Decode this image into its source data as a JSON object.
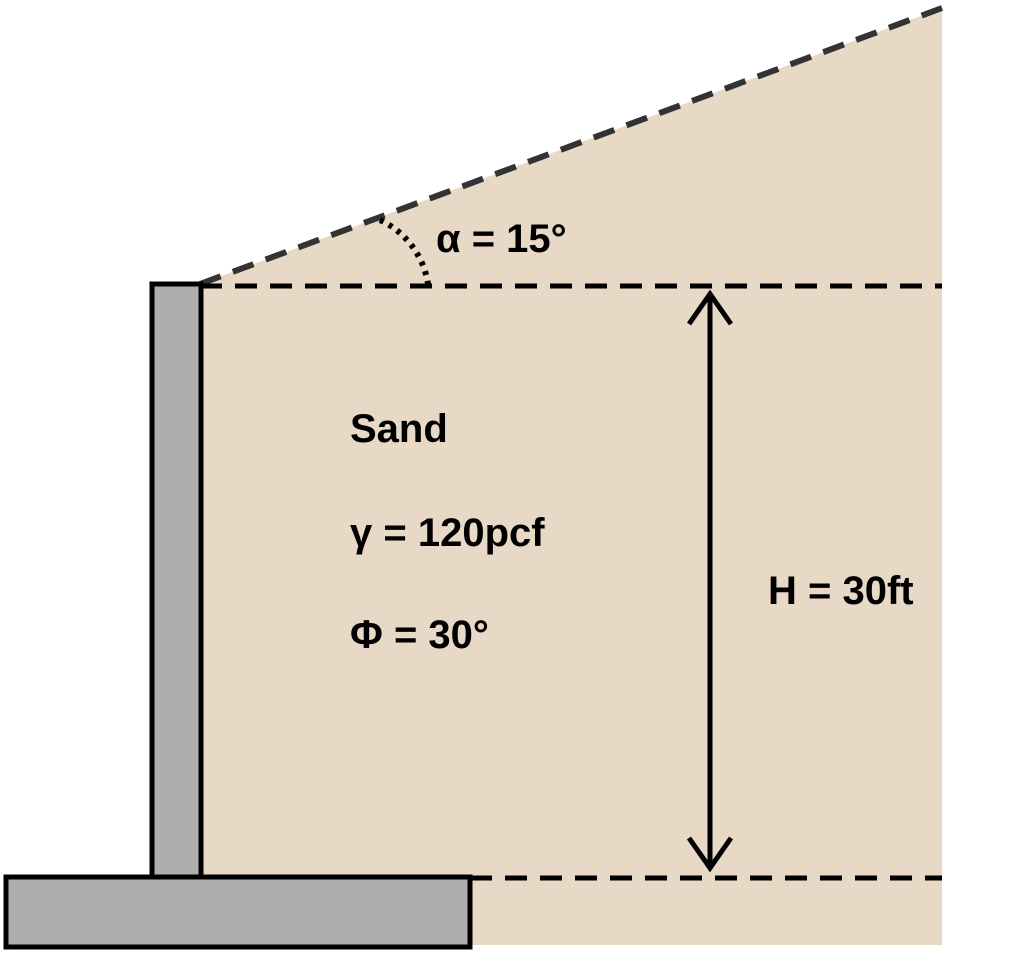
{
  "colors": {
    "soil": "#e8d8c6",
    "wall": "#b0adad",
    "outline": "#000000",
    "dashed_line": "#333333"
  },
  "labels": {
    "slope_angle": "α = 15°",
    "material": "Sand",
    "unit_weight": "γ = 120pcf",
    "friction_angle": "Φ = 30°",
    "height": "H = 30ft"
  }
}
